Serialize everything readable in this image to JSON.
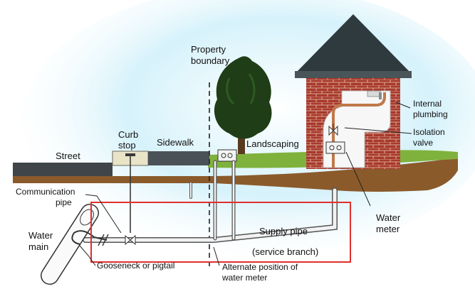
{
  "labels": {
    "property_boundary_1": "Property",
    "property_boundary_2": "boundary",
    "curb_stop_1": "Curb",
    "curb_stop_2": "stop",
    "sidewalk": "Sidewalk",
    "street": "Street",
    "landscaping": "Landscaping",
    "internal_plumbing_1": "Internal",
    "internal_plumbing_2": "plumbing",
    "isolation_valve_1": "Isolation",
    "isolation_valve_2": "valve",
    "water_meter_1": "Water",
    "water_meter_2": "meter",
    "communication_pipe_1": "Communication",
    "communication_pipe_2": "pipe",
    "water_main_1": "Water",
    "water_main_2": "main",
    "supply_pipe": "Supply pipe",
    "service_branch": "(service branch)",
    "gooseneck": "Gooseneck or pigtail",
    "alternate_meter_1": "Alternate position of",
    "alternate_meter_2": "water meter"
  },
  "colors": {
    "sky": "#c9eef9",
    "ground": "#8b5a2b",
    "grass": "#7fb23c",
    "brick": "#a8392b",
    "roof": "#2f3a3f",
    "pipe": "#f2f2f2",
    "copper": "#c0784a",
    "highlight": "#e0302e"
  }
}
